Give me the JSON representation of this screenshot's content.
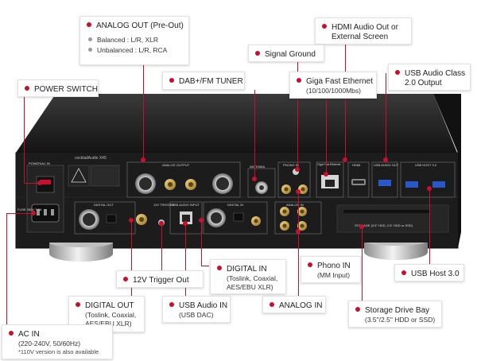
{
  "callouts": {
    "analog_out": {
      "title": "ANALOG OUT (Pre-Out)",
      "balanced": "Balanced : L/R, XLR",
      "unbalanced": "Unbalanced : L/R, RCA"
    },
    "hdmi": {
      "title": "HDMI Audio Out or",
      "title2": "External Screen"
    },
    "signal_ground": {
      "title": "Signal Ground"
    },
    "usb_audio_class": {
      "title": "USB Audio Class",
      "title2": "2.0 Output"
    },
    "power_switch": {
      "title": "POWER SWITCH"
    },
    "dab": {
      "title": "DAB+/FM TUNER"
    },
    "ethernet": {
      "title": "Giga Fast Ethernet",
      "sub": "(10/100/1000Mbs)"
    },
    "trigger": {
      "title": "12V Trigger Out"
    },
    "digital_in": {
      "title": "DIGITAL IN",
      "sub1": "(Toslink, Coaxial,",
      "sub2": "AES/EBU XLR)"
    },
    "phono": {
      "title": "Phono IN",
      "sub": "(MM Input)"
    },
    "usb_host": {
      "title": "USB Host 3.0"
    },
    "digital_out": {
      "title": "DIGITAL OUT",
      "sub1": "(Toslink, Coaxial,",
      "sub2": "AES/EBU XLR)"
    },
    "usb_audio_in": {
      "title": "USB Audio IN",
      "sub": "(USB DAC)"
    },
    "analog_in": {
      "title": "ANALOG IN"
    },
    "storage": {
      "title": "Storage Drive Bay",
      "sub": "(3.5\"/2.5\" HDD or SSD)"
    },
    "ac_in": {
      "title": "AC IN",
      "sub": "(220-240V, 50/60Hz)",
      "note": "*110V version is also available"
    }
  },
  "panel": {
    "brand": "cocktailAudio X45",
    "power_label": "POWER/AC IN",
    "analog_output": "ANALOG OUTPUT",
    "antenna": "ANTENNA",
    "phono_in": "PHONO IN",
    "ethernet": "Giga Fast Ethernet",
    "hdmi": "HDMI",
    "usb_audio_out": "USB AUDIO OUT",
    "usb_host": "USB HOST 3.0",
    "digital_out": "DIGITAL OUT",
    "trigger": "12V TRIGGER",
    "usb_audio_input": "USB AUDIO INPUT",
    "digital_in": "DIGITAL IN",
    "analog_in": "ANALOG IN",
    "storage": "STORAGE (3.5\" HDD, 2.5\" HDD or SSD)",
    "fuse": "FUSE 250V T 2A"
  },
  "colors": {
    "accent": "#c8102e",
    "chassis": "#1b1b1b",
    "gold": "#c9a24a"
  }
}
